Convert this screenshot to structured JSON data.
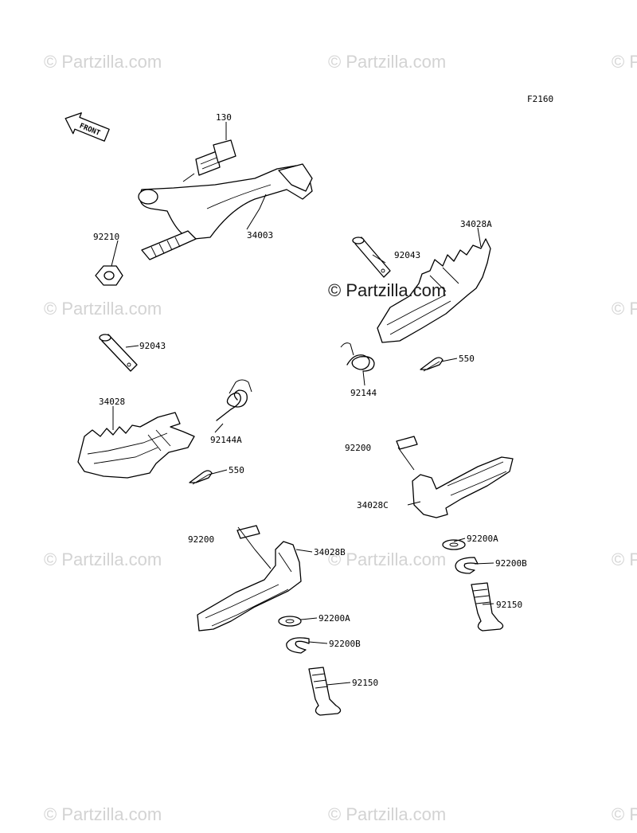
{
  "figure_code": "F2160",
  "front_label": "FRONT",
  "watermarks": {
    "repeat_text": "© Partzilla.com",
    "center_text": "© Partzilla.com"
  },
  "labels": [
    "130",
    "34003",
    "92210",
    "92043",
    "34028",
    "92144A",
    "550",
    "92200",
    "34028B",
    "92200A",
    "92200B",
    "92150",
    "92043",
    "34028A",
    "92144",
    "550",
    "92200",
    "34028C",
    "92200A",
    "92200B",
    "92150"
  ]
}
